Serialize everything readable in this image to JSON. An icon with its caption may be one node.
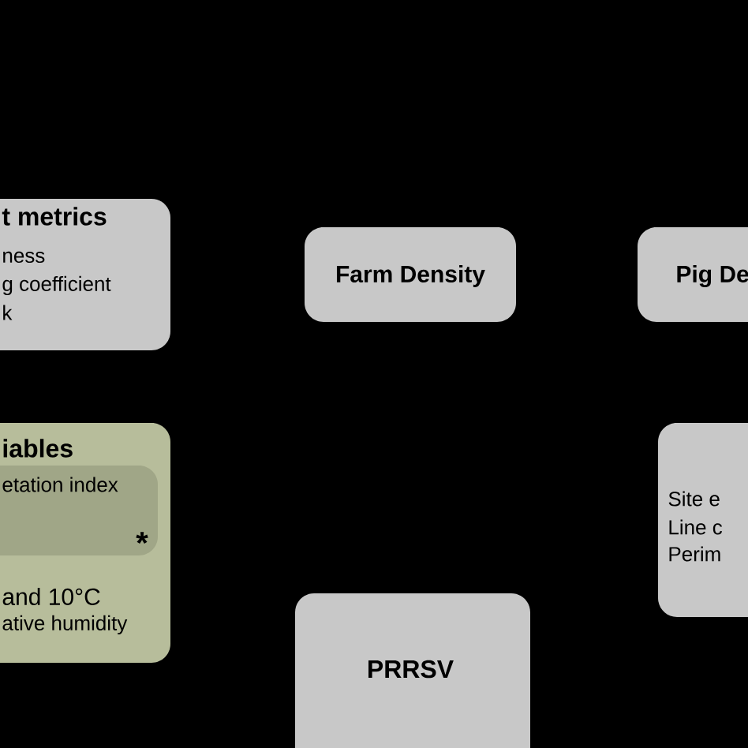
{
  "diagram": {
    "nodes": [
      {
        "text": [
          "t metrics",
          "ness",
          "g coefficient",
          "k"
        ]
      },
      {
        "text": [
          "Farm Density"
        ]
      },
      {
        "text": [
          "Pig De"
        ]
      },
      {
        "text": [
          "iables",
          "and 10°C",
          "ative humidity"
        ]
      },
      {
        "text": [
          "etation index",
          "*"
        ],
        "in": 3
      },
      {
        "text": [
          "Site e",
          "Line c",
          "Perim"
        ]
      },
      {
        "text": [
          "PRRSV"
        ]
      }
    ]
  }
}
